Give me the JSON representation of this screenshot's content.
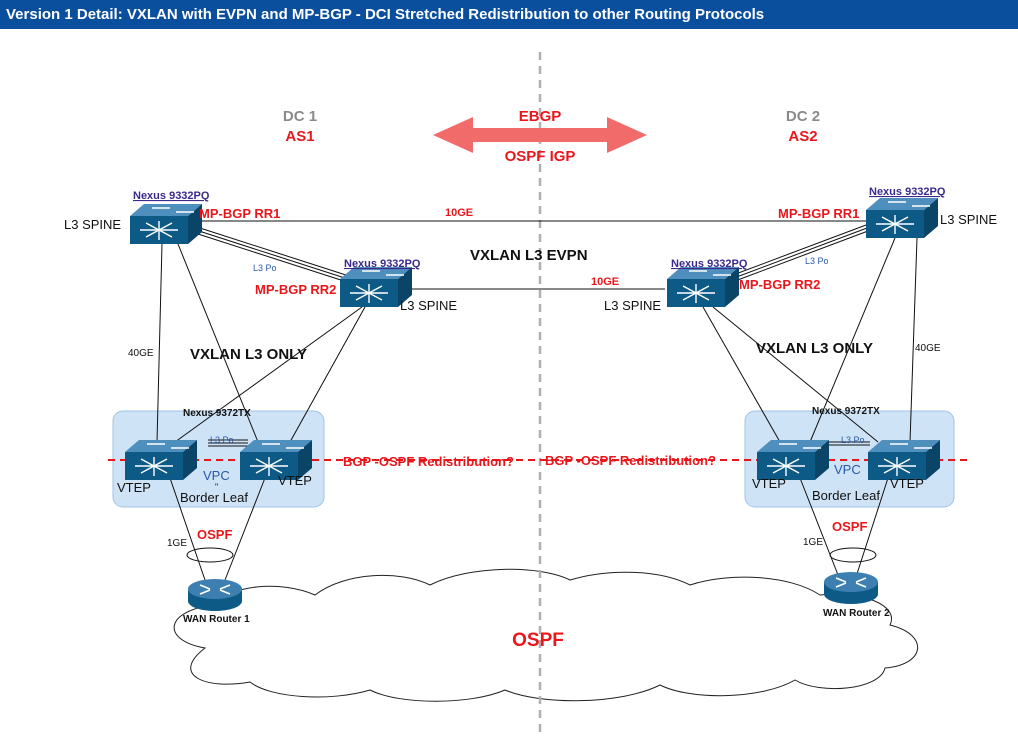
{
  "title": "Version 1 Detail: VXLAN with EVPN and MP-BGP - DCI Stretched Redistribution to other Routing Protocols",
  "dc1": {
    "name": "DC 1",
    "as": "AS1"
  },
  "dc2": {
    "name": "DC 2",
    "as": "AS2"
  },
  "center": {
    "ebgp": "EBGP",
    "ospf_igp": "OSPF IGP",
    "vxlan_evpn": "VXLAN L3 EVPN",
    "ospf": "OSPF"
  },
  "links": {
    "ten_ge": "10GE",
    "forty_ge": "40GE",
    "one_ge": "1GE",
    "l3_po": "L3 Po"
  },
  "spine": {
    "model": "Nexus 9332PQ",
    "label": "L3 SPINE",
    "rr1": "MP-BGP RR1",
    "rr2": "MP-BGP RR2"
  },
  "leaf": {
    "model": "Nexus 9372TX",
    "vtep": "VTEP",
    "vpc": "VPC",
    "border_leaf": "Border Leaf",
    "vpc_mark": "\""
  },
  "vxlan_only": "VXLAN L3 ONLY",
  "redistribution": "BGP -OSPF  Redistribution?",
  "ospf_link": "OSPF",
  "wan1": "WAN Router 1",
  "wan2": "WAN Router 2",
  "colors": {
    "title_bg": "#0a4f9e",
    "accent_red": "#e8171c",
    "device_blue": "#0e5a86",
    "leaf_box": "#cfe3f7",
    "arrow": "#f26b6b"
  }
}
